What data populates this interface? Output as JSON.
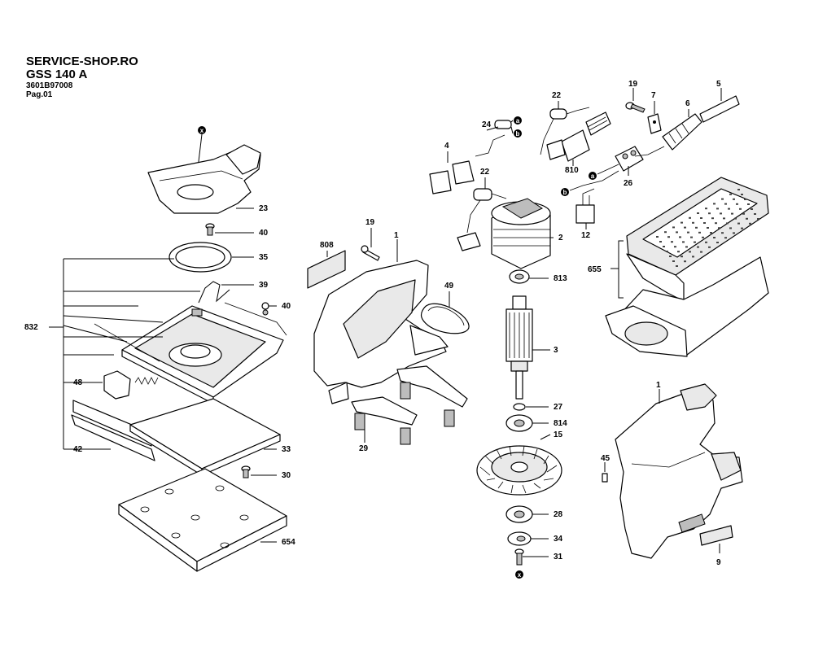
{
  "header": {
    "site": "SERVICE-SHOP.RO",
    "model": "GSS 140 A",
    "part_number": "3601B97008",
    "page": "Pag.01"
  },
  "callouts": {
    "c23": "23",
    "c40a": "40",
    "c35": "35",
    "c39": "39",
    "c40b": "40",
    "c832": "832",
    "c48": "48",
    "c42": "42",
    "c33": "33",
    "c30": "30",
    "c654": "654",
    "c19a": "19",
    "c808": "808",
    "c1a": "1",
    "c49": "49",
    "c29": "29",
    "c24": "24",
    "c4": "4",
    "c22a": "22",
    "c22b": "22",
    "c810": "810",
    "c19b": "19",
    "c7": "7",
    "c5": "5",
    "c6": "6",
    "c26": "26",
    "c12": "12",
    "c2": "2",
    "c813": "813",
    "c3": "3",
    "c27": "27",
    "c814": "814",
    "c15": "15",
    "c28": "28",
    "c34": "34",
    "c31": "31",
    "c655": "655",
    "c1b": "1",
    "c45": "45",
    "c9": "9"
  },
  "markers": {
    "x": "x",
    "a": "a",
    "b": "b"
  }
}
